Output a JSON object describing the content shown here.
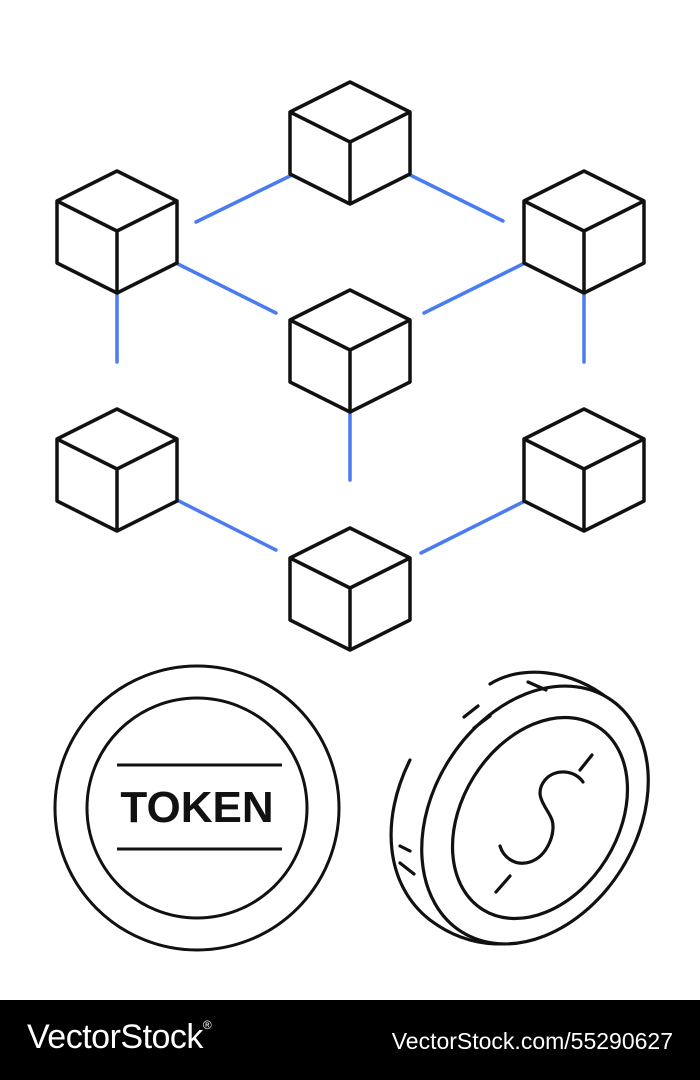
{
  "colors": {
    "line": "#111111",
    "connector": "#4a7cf0",
    "footer_bg": "#000000",
    "footer_text": "#ffffff"
  },
  "illustration": {
    "network_icon": "blockchain-cube-network-icon",
    "token_label": "TOKEN",
    "coin_icon": "dollar-coin-icon"
  },
  "footer": {
    "brand": "VectorStock",
    "brand_registered": "®",
    "stock_id": "VectorStock.com/55290627"
  }
}
